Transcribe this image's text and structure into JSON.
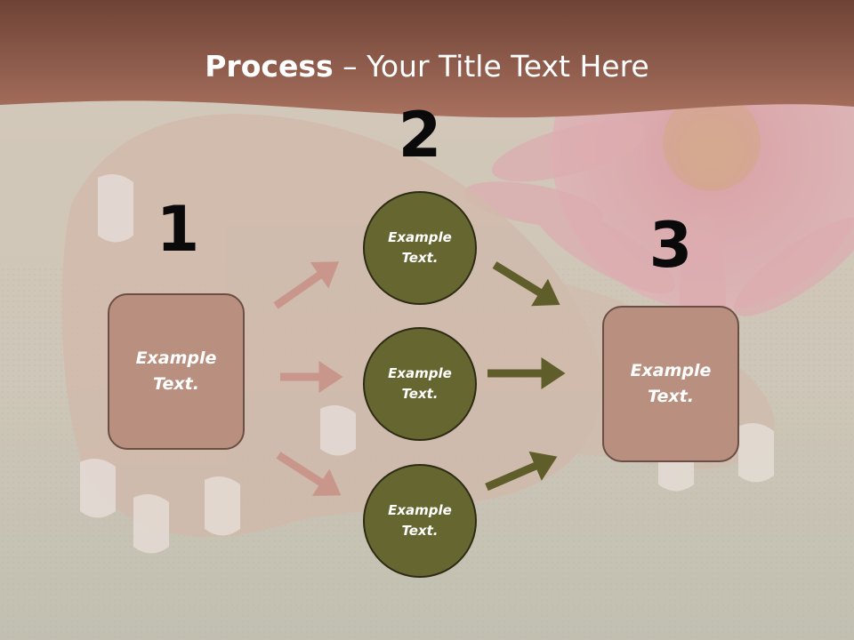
{
  "title": {
    "bold": "Process",
    "rest": " – Your Title Text Here"
  },
  "colors": {
    "banner": "#8f5a49",
    "box_fill": "#b9907f",
    "circle_fill": "#666631",
    "arrow_left": "#c8968a",
    "arrow_right": "#5f5e2a"
  },
  "steps": [
    {
      "number": "1",
      "text": "Example\nText."
    },
    {
      "number": "2",
      "text": "Example\nText."
    },
    {
      "number": "3",
      "text": "Example\nText."
    }
  ],
  "circles": [
    {
      "text": "Example\nText."
    },
    {
      "text": "Example\nText."
    },
    {
      "text": "Example\nText."
    }
  ]
}
